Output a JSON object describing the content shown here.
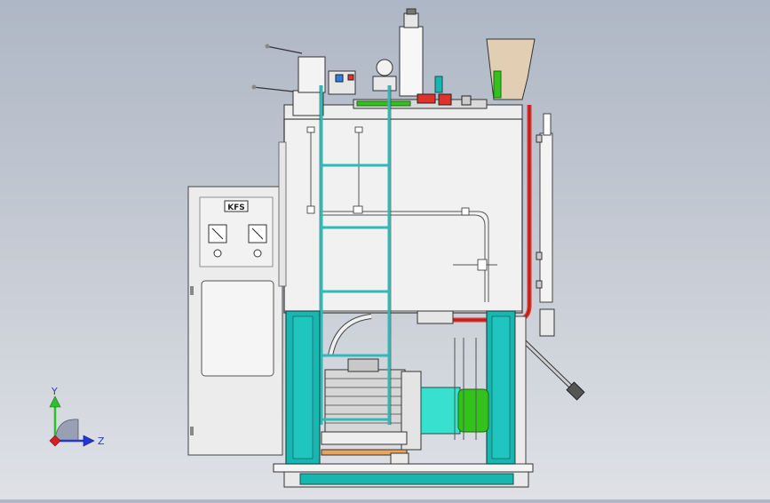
{
  "viewport": {
    "background_top": "#aeb7c5",
    "background_bottom": "#dfe1e6"
  },
  "model": {
    "control_panel_label": "KFS",
    "colors": {
      "frame_teal": "#17b6b0",
      "ladder": "#2fb9b9",
      "motor_green": "#33c21c",
      "pipe_red": "#e0312b",
      "hopper_tan": "#e2cfb3",
      "body": "#f1f1f1",
      "panel": "#ececec"
    }
  },
  "triad": {
    "y_label": "Y",
    "z_label": "Z",
    "y_color": "#2bc12b",
    "z_color": "#2036d8",
    "x_color": "#d42020"
  }
}
